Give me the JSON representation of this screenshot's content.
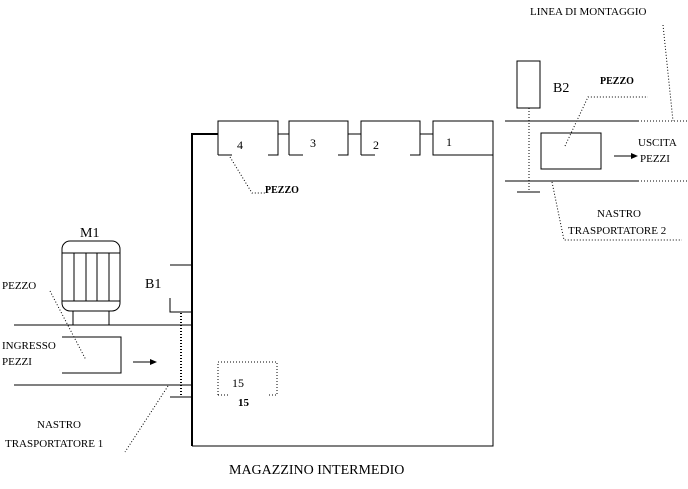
{
  "title": "MAGAZZINO INTERMEDIO",
  "slots": [
    "4",
    "3",
    "2",
    "1"
  ],
  "slot_last": "15",
  "slot_last_label": "15",
  "labels": {
    "pezzo_slot": "PEZZO",
    "m1": "M1",
    "b1": "B1",
    "b2": "B2",
    "pezzo_in": "PEZZO",
    "ingresso_1": "INGRESSO",
    "ingresso_2": "PEZZI",
    "nastro1_1": "NASTRO",
    "nastro1_2": "TRASPORTATORE 1",
    "linea": "LINEA DI MONTAGGIO",
    "pezzo_out": "PEZZO",
    "uscita_1": "USCITA",
    "uscita_2": "PEZZI",
    "nastro2_1": "NASTRO",
    "nastro2_2": "TRASPORTATORE 2"
  }
}
